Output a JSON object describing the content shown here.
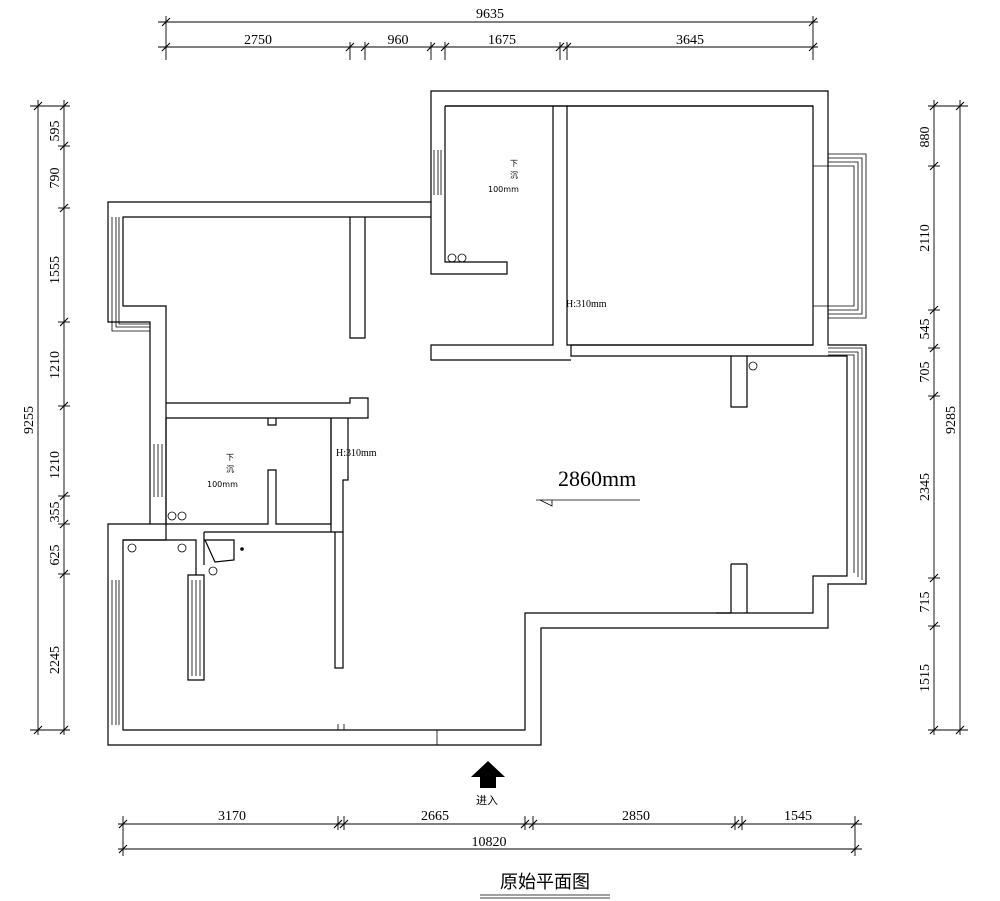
{
  "title": "原始平面图",
  "entrance_label": "进入",
  "ceiling_height": "2860mm",
  "rooms": {
    "upper_bath": {
      "line1": "下",
      "line2": "沉",
      "line3": "100mm"
    },
    "lower_bath": {
      "line1": "下",
      "line2": "沉",
      "line3": "100mm"
    }
  },
  "heights": {
    "upper": "H:310mm",
    "lower": "H:310mm"
  },
  "dimensions": {
    "top_total": "9635",
    "top": [
      "2750",
      "960",
      "1675",
      "3645"
    ],
    "left_total": "9255",
    "left": [
      "595",
      "790",
      "1555",
      "1210",
      "1210",
      "355",
      "625",
      "2245"
    ],
    "right_total": "9285",
    "right": [
      "880",
      "2110",
      "545",
      "705",
      "2345",
      "715",
      "1515"
    ],
    "bottom": [
      "3170",
      "2665",
      "2850",
      "1545"
    ],
    "bottom_total": "10820"
  },
  "colors": {
    "line": "#000000",
    "background": "#ffffff"
  }
}
